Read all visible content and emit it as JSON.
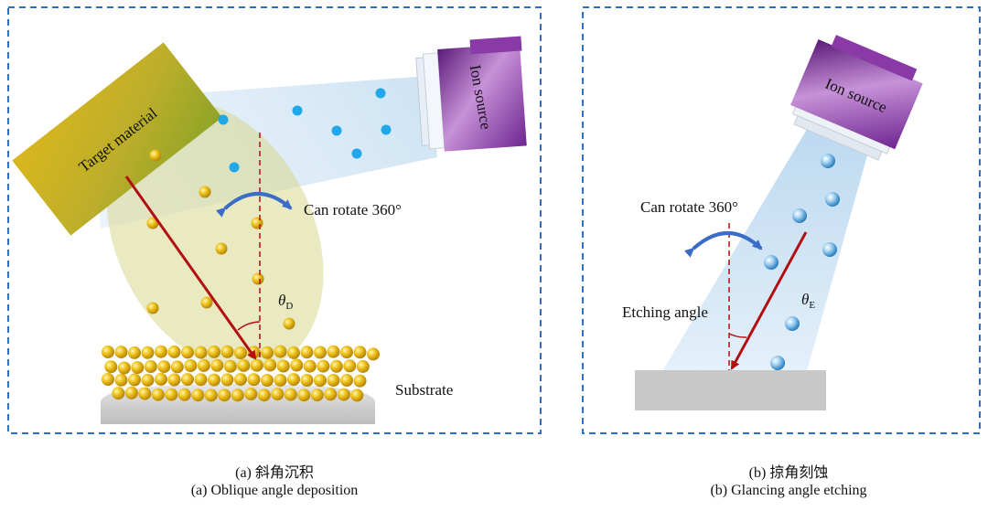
{
  "panel_a": {
    "target_label": "Target material",
    "ion_label": "Ion source",
    "rotate_label": "Can rotate 360°",
    "theta_symbol": "θ",
    "theta_sub": "D",
    "substrate_label": "Substrate",
    "caption_cn": "(a) 斜角沉积",
    "caption_en": "(a) Oblique angle deposition"
  },
  "panel_b": {
    "ion_label": "Ion source",
    "rotate_label": "Can rotate 360°",
    "etch_label": "Etching angle",
    "theta_symbol": "θ",
    "theta_sub": "E",
    "caption_cn": "(b) 掠角刻蚀",
    "caption_en": "(b) Glancing angle etching"
  },
  "colors": {
    "frame": "#2f6fc4",
    "arrow": "#b30f12",
    "rotate_arrow": "#3b6cc7",
    "gold": "#e2b914",
    "ion_blue": "#20a8e8",
    "purple": "#7a2a95",
    "beam": "#cfe4f3",
    "substrate": "#cfcfcf"
  }
}
